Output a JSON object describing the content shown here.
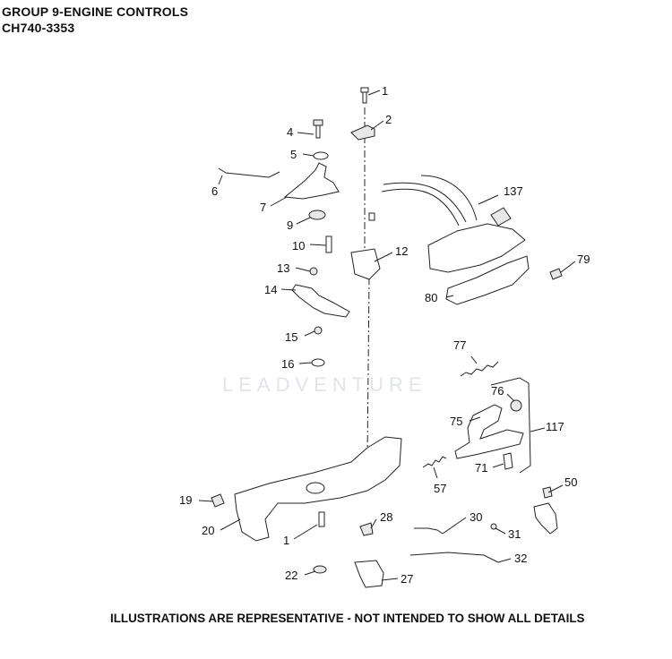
{
  "header": {
    "title": "GROUP 9-ENGINE CONTROLS",
    "model": "CH740-3353"
  },
  "watermark": "LEADVENTURE",
  "footer": "ILLUSTRATIONS ARE REPRESENTATIVE - NOT INTENDED TO SHOW ALL DETAILS",
  "callouts": [
    {
      "id": "c1a",
      "text": "1"
    },
    {
      "id": "c2",
      "text": "2"
    },
    {
      "id": "c4",
      "text": "4"
    },
    {
      "id": "c5",
      "text": "5"
    },
    {
      "id": "c6",
      "text": "6"
    },
    {
      "id": "c7",
      "text": "7"
    },
    {
      "id": "c9",
      "text": "9"
    },
    {
      "id": "c10",
      "text": "10"
    },
    {
      "id": "c12",
      "text": "12"
    },
    {
      "id": "c13",
      "text": "13"
    },
    {
      "id": "c14",
      "text": "14"
    },
    {
      "id": "c15",
      "text": "15"
    },
    {
      "id": "c16",
      "text": "16"
    },
    {
      "id": "c137",
      "text": "137"
    },
    {
      "id": "c79",
      "text": "79"
    },
    {
      "id": "c80",
      "text": "80"
    },
    {
      "id": "c77",
      "text": "77"
    },
    {
      "id": "c76",
      "text": "76"
    },
    {
      "id": "c75",
      "text": "75"
    },
    {
      "id": "c117",
      "text": "117"
    },
    {
      "id": "c71",
      "text": "71"
    },
    {
      "id": "c57",
      "text": "57"
    },
    {
      "id": "c50",
      "text": "50"
    },
    {
      "id": "c19",
      "text": "19"
    },
    {
      "id": "c20",
      "text": "20"
    },
    {
      "id": "c1b",
      "text": "1"
    },
    {
      "id": "c28",
      "text": "28"
    },
    {
      "id": "c30",
      "text": "30"
    },
    {
      "id": "c31",
      "text": "31"
    },
    {
      "id": "c32",
      "text": "32"
    },
    {
      "id": "c22",
      "text": "22"
    },
    {
      "id": "c27",
      "text": "27"
    }
  ]
}
